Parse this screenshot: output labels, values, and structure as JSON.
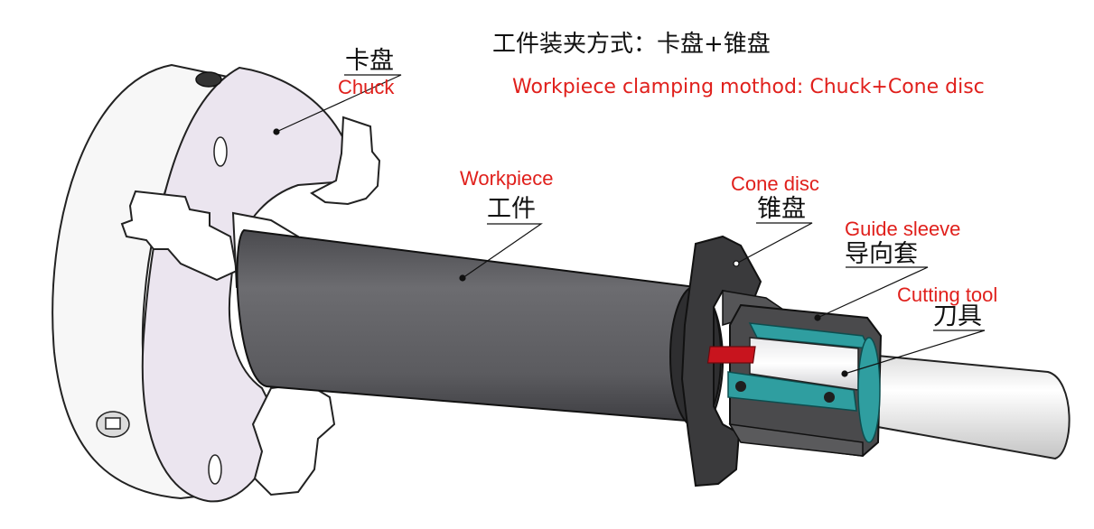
{
  "title": {
    "cn": "工件装夹方式：卡盘+锥盘",
    "en": "Workpiece clamping mothod: Chuck+Cone disc"
  },
  "labels": {
    "chuck": {
      "cn": "卡盘",
      "en": "Chuck"
    },
    "workpiece": {
      "cn": "工件",
      "en": "Workpiece"
    },
    "cone_disc": {
      "cn": "锥盘",
      "en": "Cone disc"
    },
    "guide_sleeve": {
      "cn": "导向套",
      "en": "Guide sleeve"
    },
    "cutting_tool": {
      "cn": "刀具",
      "en": "Cutting tool"
    }
  },
  "colors": {
    "chuck_face": "#e9e3ee",
    "chuck_body": "#f6f6f6",
    "workpiece": "#606064",
    "cone_disc": "#3a3a3c",
    "guide_sleeve": "#2f9ea0",
    "cutting_tool_insert": "#c8141e",
    "label_en": "#e0201c",
    "label_cn": "#111111"
  }
}
